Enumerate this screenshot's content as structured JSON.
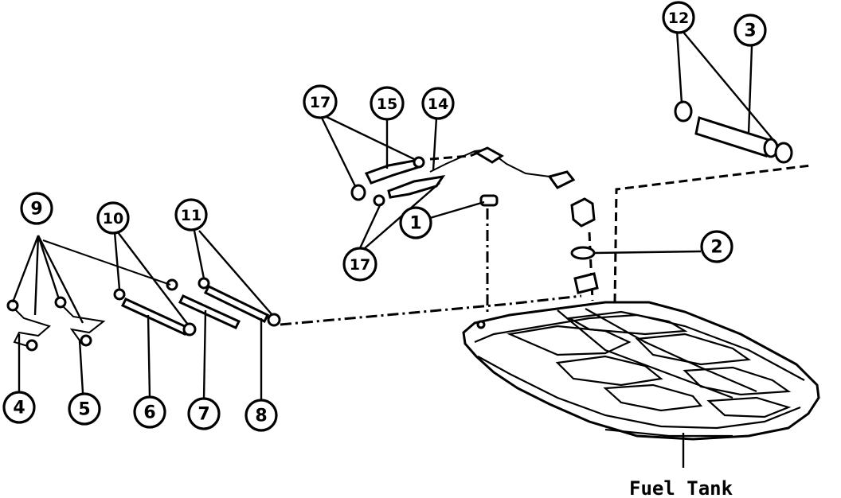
{
  "callouts": {
    "c1": "1",
    "c2": "2",
    "c3": "3",
    "c4": "4",
    "c5": "5",
    "c6": "6",
    "c7": "7",
    "c8": "8",
    "c9": "9",
    "c10": "10",
    "c11": "11",
    "c12": "12",
    "c14": "14",
    "c15": "15",
    "c17a": "17",
    "c17b": "17"
  },
  "caption": "Fuel Tank"
}
